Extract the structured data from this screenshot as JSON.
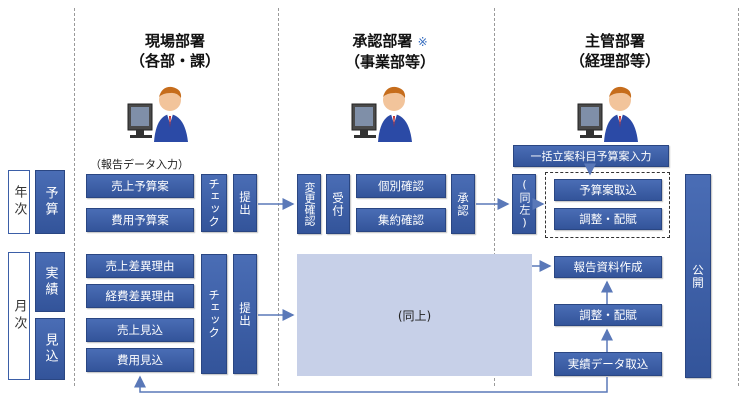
{
  "departments": {
    "field": {
      "line1": "現場部署",
      "line2": "（各部・課）"
    },
    "approval": {
      "line1": "承認部署",
      "mark": "※",
      "line2": "（事業部等）"
    },
    "main": {
      "line1": "主管部署",
      "line2": "（経理部等）"
    }
  },
  "rows": {
    "annual": {
      "label": "年次",
      "sub": "予算"
    },
    "monthly": {
      "label": "月次",
      "sub1": "実績",
      "sub2": "見込"
    }
  },
  "labels": {
    "report_input": "（報告データ入力）",
    "sales_budget": "売上予算案",
    "cost_budget": "費用予算案",
    "check": "チェック",
    "submit": "提出",
    "change_confirm": "変更確認",
    "receive": "受付",
    "individual_confirm": "個別確認",
    "aggregate_confirm": "集約確認",
    "approve": "承認",
    "bulk_input": "一括立案科目予算案入力",
    "same_left": "(同左)",
    "budget_retrieve": "予算案取込",
    "adjust_allocate": "調整・配賦",
    "publish": "公開",
    "sales_variance": "売上差異理由",
    "cost_variance": "経費差異理由",
    "sales_forecast": "売上見込",
    "cost_forecast": "費用見込",
    "same_above": "(同上)",
    "report_create": "報告資料作成",
    "adjust_allocate2": "調整・配賦",
    "actual_retrieve": "実績データ取込"
  },
  "colors": {
    "box": "#3b5ea7",
    "arrow": "#5a78b8",
    "same_area": "#c7d0e8"
  }
}
